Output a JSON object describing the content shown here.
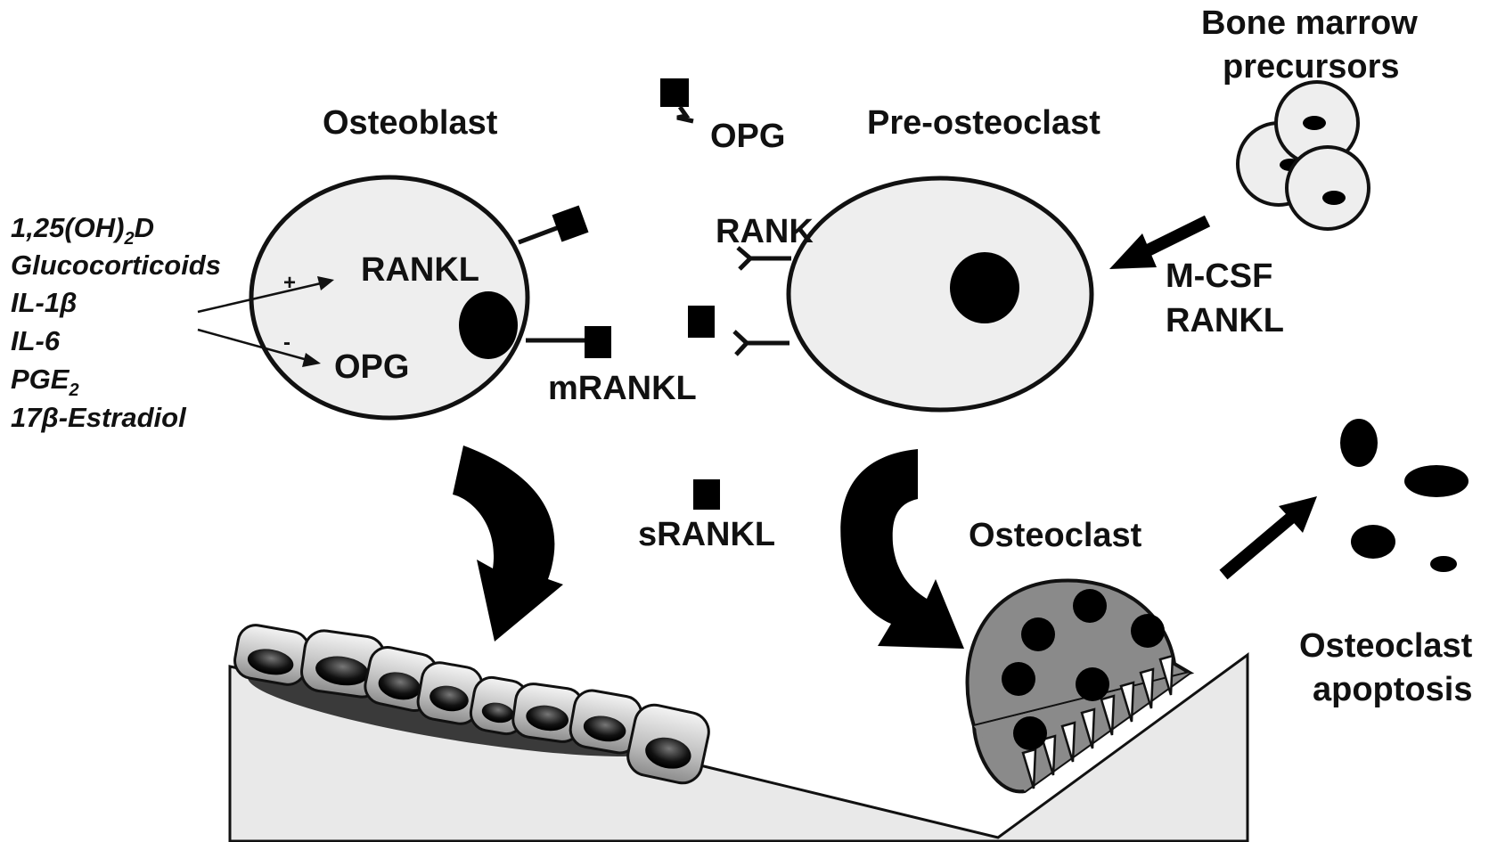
{
  "labels": {
    "osteoblast": "Osteoblast",
    "pre_osteoclast": "Pre-osteoclast",
    "bone_marrow_line1": "Bone marrow",
    "bone_marrow_line2": "precursors",
    "opg_free": "OPG",
    "rank": "RANK",
    "rankl_inside": "RANKL",
    "opg_inside": "OPG",
    "mrankl": "mRANKL",
    "srankl": "sRANKL",
    "osteoclast": "Osteoclast",
    "apoptosis_line1": "Osteoclast",
    "apoptosis_line2": "apoptosis",
    "mcsf": "M-CSF",
    "rankl_factor": "RANKL",
    "plus": "+",
    "minus": "-"
  },
  "regulators": {
    "line1_main": "1,25(OH)",
    "line1_sub": "2",
    "line1_tail": "D",
    "line2": "Glucocorticoids",
    "line3": "IL-1β",
    "line4": "IL-6",
    "line5_main": "PGE",
    "line5_sub": "2",
    "line6": "17β-Estradiol"
  }
}
